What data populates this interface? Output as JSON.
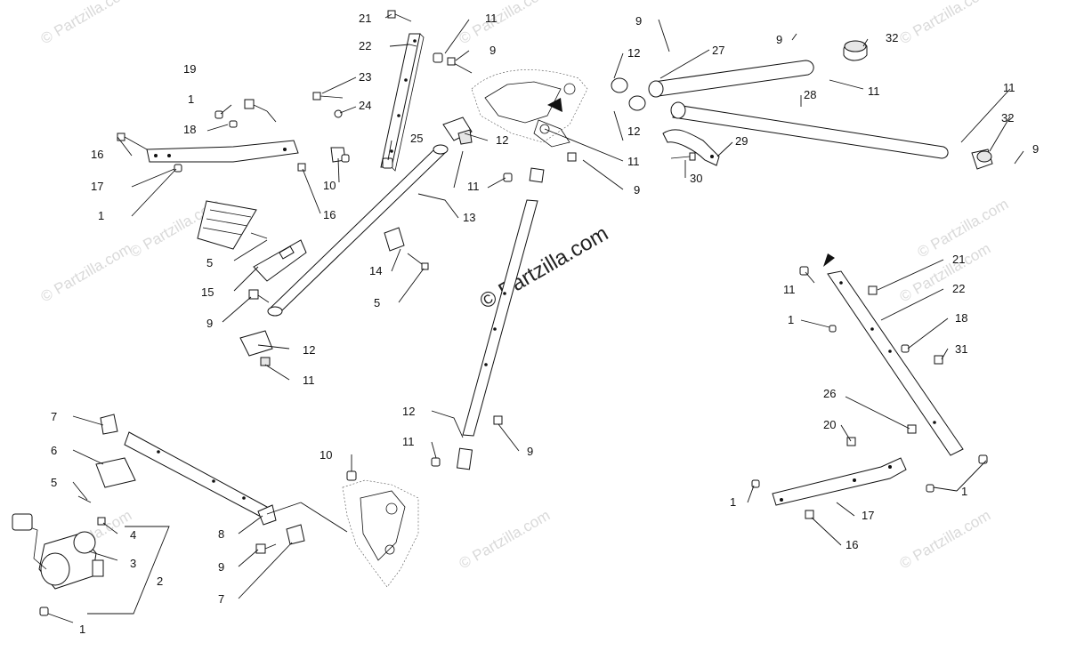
{
  "watermark": {
    "center_text": "© Partzilla.com",
    "tile_text": "© Partzilla.com"
  },
  "callouts": {
    "c1": "1",
    "c2": "2",
    "c3": "3",
    "c4": "4",
    "c5": "5",
    "c6": "6",
    "c7": "7",
    "c8": "8",
    "c9": "9",
    "c10": "10",
    "c11": "11",
    "c12": "12",
    "c13": "13",
    "c14": "14",
    "c15": "15",
    "c16": "16",
    "c17": "17",
    "c18": "18",
    "c19": "19",
    "c20": "20",
    "c21": "21",
    "c22": "22",
    "c23": "23",
    "c24": "24",
    "c25": "25",
    "c26": "26",
    "c27": "27",
    "c28": "28",
    "c29": "29",
    "c30": "30",
    "c31": "31",
    "c32": "32"
  },
  "colors": {
    "line": "#111111",
    "watermark": "#d9d9d9",
    "background": "#ffffff"
  }
}
